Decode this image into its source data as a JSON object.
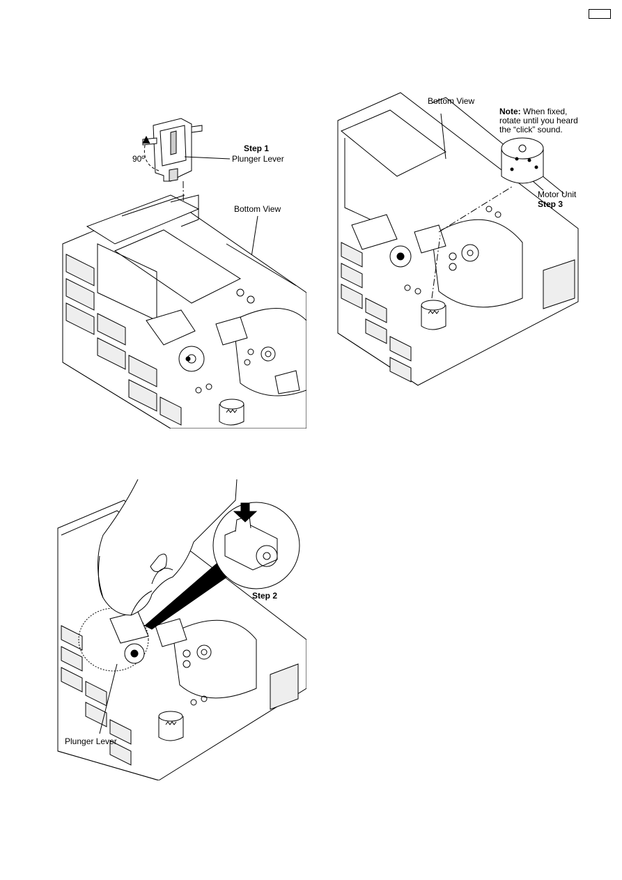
{
  "page_number_box": "",
  "figure1": {
    "step": "Step 1",
    "part": "Plunger Lever",
    "angle": "90º",
    "view": "Bottom View"
  },
  "figure2": {
    "view": "Bottom View",
    "note_bold": "Note:",
    "note_rest": " When fixed,",
    "note_line2": "rotate until you heard",
    "note_line3": "the “click” sound.",
    "part": "Motor Unit",
    "step": "Step 3"
  },
  "figure3": {
    "step": "Step 2",
    "part": "Plunger Lever"
  }
}
